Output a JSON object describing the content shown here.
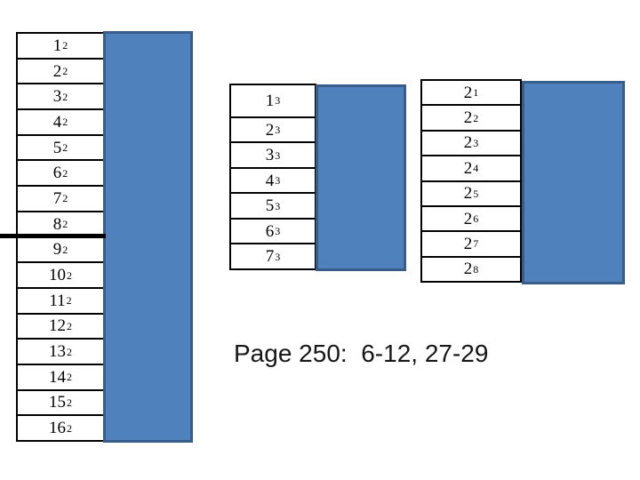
{
  "page": {
    "assignment_text": "Page 250:  6-12, 27-29"
  },
  "colors": {
    "answer_box_fill": "#4f81bd",
    "answer_box_border": "#385d8a",
    "table_border": "#000000"
  },
  "tables": [
    {
      "name": "squares",
      "rows": [
        {
          "base": "1",
          "exp": "2"
        },
        {
          "base": "2",
          "exp": "2"
        },
        {
          "base": "3",
          "exp": "2"
        },
        {
          "base": "4",
          "exp": "2"
        },
        {
          "base": "5",
          "exp": "2"
        },
        {
          "base": "6",
          "exp": "2"
        },
        {
          "base": "7",
          "exp": "2"
        },
        {
          "base": "8",
          "exp": "2"
        },
        {
          "base": "9",
          "exp": "2"
        },
        {
          "base": "10",
          "exp": "2"
        },
        {
          "base": "11",
          "exp": "2"
        },
        {
          "base": "12",
          "exp": "2"
        },
        {
          "base": "13",
          "exp": "2"
        },
        {
          "base": "14",
          "exp": "2"
        },
        {
          "base": "15",
          "exp": "2"
        },
        {
          "base": "16",
          "exp": "2"
        }
      ]
    },
    {
      "name": "cubes",
      "rows": [
        {
          "base": "1",
          "exp": "3",
          "tall": true
        },
        {
          "base": "2",
          "exp": "3"
        },
        {
          "base": "3",
          "exp": "3"
        },
        {
          "base": "4",
          "exp": "3"
        },
        {
          "base": "5",
          "exp": "3"
        },
        {
          "base": "6",
          "exp": "3"
        },
        {
          "base": "7",
          "exp": "3"
        }
      ]
    },
    {
      "name": "powers-of-two",
      "rows": [
        {
          "base": "2",
          "exp": "1"
        },
        {
          "base": "2",
          "exp": "2"
        },
        {
          "base": "2",
          "exp": "3"
        },
        {
          "base": "2",
          "exp": "4"
        },
        {
          "base": "2",
          "exp": "5"
        },
        {
          "base": "2",
          "exp": "6"
        },
        {
          "base": "2",
          "exp": "7"
        },
        {
          "base": "2",
          "exp": "8"
        }
      ]
    }
  ]
}
